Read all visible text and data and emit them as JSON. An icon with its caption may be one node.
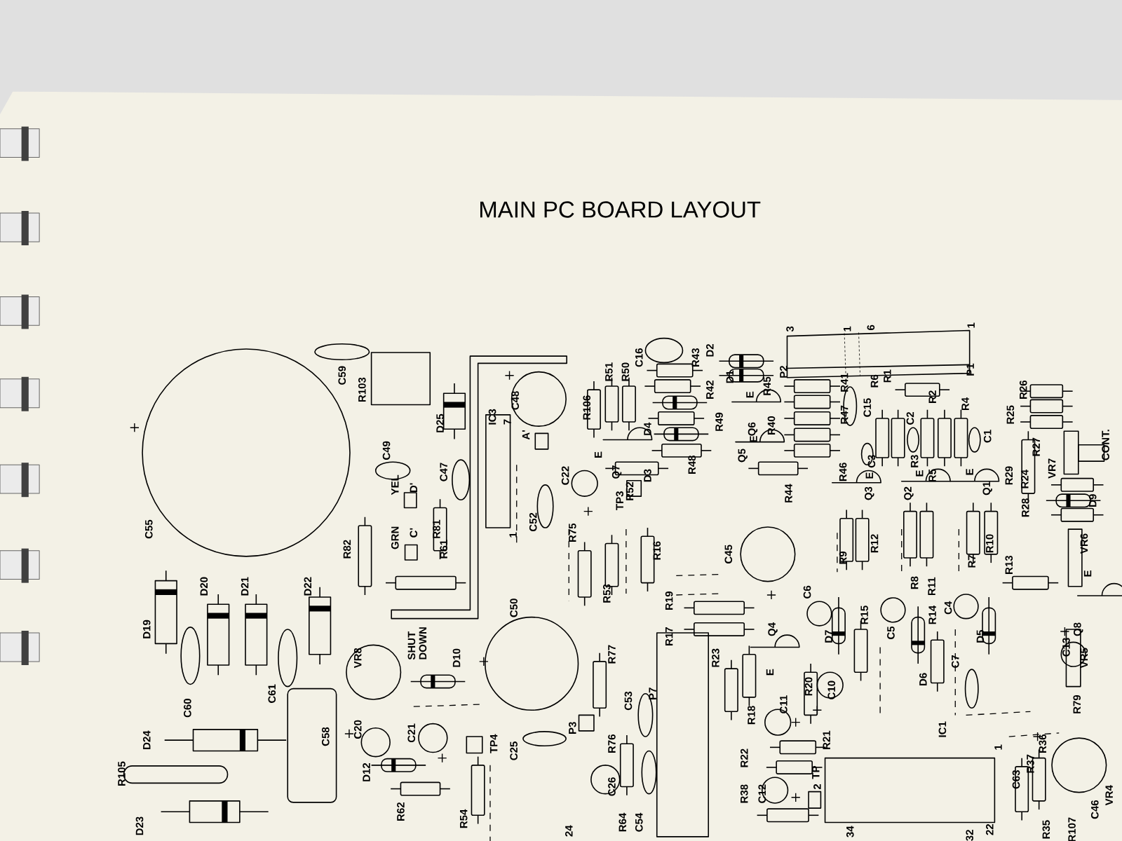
{
  "diagram": {
    "title": "MAIN PC BOARD LAYOUT",
    "labels": [
      "C59",
      "R103",
      "C16",
      "R51",
      "R50",
      "R43",
      "D2",
      "3",
      "1",
      "6",
      "1",
      "P2",
      "P1",
      "IC3",
      "7",
      "C48",
      "D25",
      "R106",
      "R42",
      "D1",
      "R45",
      "E",
      "R41",
      "R6",
      "R1",
      "R26",
      "R47",
      "C15",
      "D4",
      "R49",
      "Q6",
      "R40",
      "C2",
      "R2",
      "R4",
      "R25",
      "C49",
      "A'",
      "C55",
      "E",
      "Q7",
      "D3",
      "R48",
      "Q5",
      "E",
      "C3",
      "R3",
      "C1",
      "R27",
      "VR7",
      "CONT.",
      "C47",
      "D'",
      "YEL",
      "C22",
      "R52",
      "R46",
      "R44",
      "E",
      "Q3",
      "Q2",
      "E",
      "R5",
      "E",
      "Q1",
      "R29",
      "R24",
      "D9",
      "TP3",
      "R28",
      "C52",
      "1",
      "R81",
      "C'",
      "GRN",
      "R82",
      "R61",
      "R75",
      "R16",
      "C45",
      "R9",
      "R12",
      "R8",
      "R11",
      "R7",
      "R10",
      "VR6",
      "D20",
      "D21",
      "D22",
      "R13",
      "E",
      "C50",
      "R53",
      "R19",
      "C6",
      "R15",
      "R14",
      "C4",
      "D19",
      "R17",
      "Q4",
      "D7",
      "C5",
      "D5",
      "Q8",
      "VR8",
      "SHUT DOWN",
      "D10",
      "R77",
      "R23",
      "C13",
      "VR5",
      "D6",
      "C7",
      "E",
      "R20",
      "C10",
      "C60",
      "C61",
      "P7",
      "C53",
      "R18",
      "C11",
      "R79",
      "C20",
      "C21",
      "TP4",
      "C25",
      "P3",
      "D24",
      "C58",
      "R76",
      "R21",
      "IC1",
      "1",
      "R36",
      "R105",
      "D12",
      "C26",
      "R22",
      "TP",
      "2",
      "C63",
      "R37",
      "D23",
      "R62",
      "R54",
      "24",
      "R64",
      "C54",
      "R38",
      "C12",
      "34",
      "32",
      "22",
      "R35",
      "R107",
      "C46",
      "VR4"
    ]
  }
}
